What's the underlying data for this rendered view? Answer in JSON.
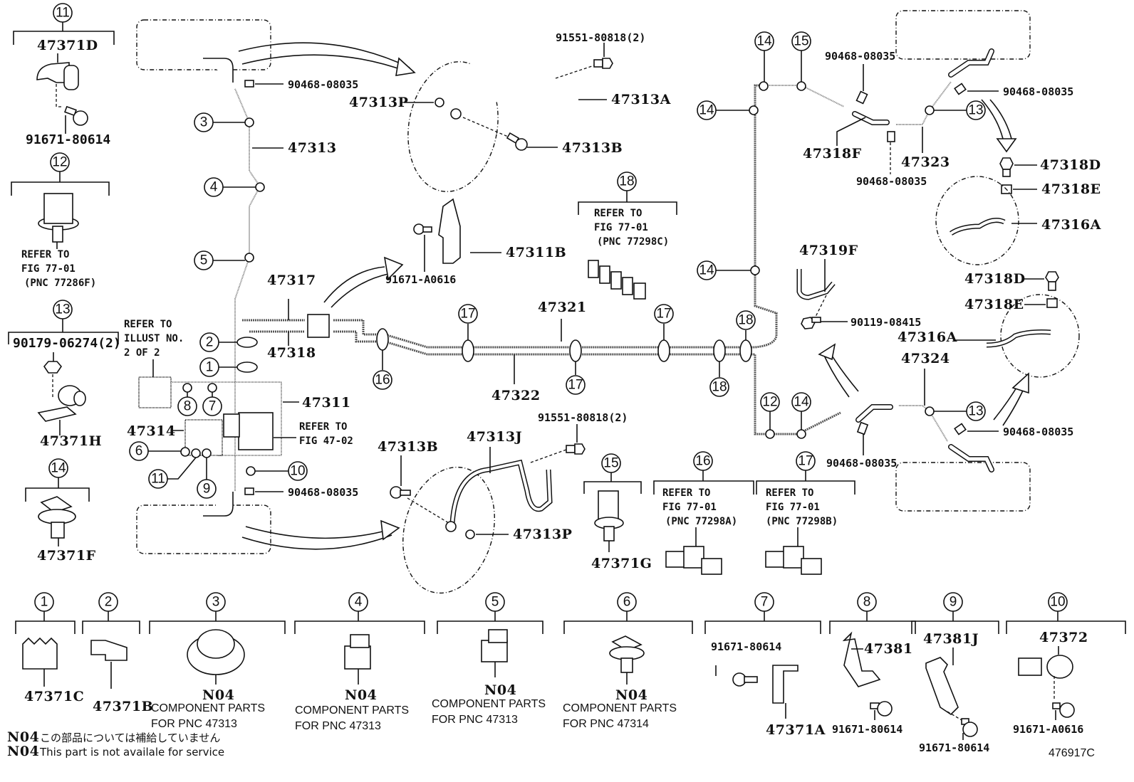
{
  "diagram": {
    "figure_id": "476917C",
    "footnotes": [
      {
        "code": "N04",
        "text": "この部品については補給していません"
      },
      {
        "code": "N04",
        "text": "This part is not availale for service"
      }
    ],
    "left_column": [
      {
        "ref": "11",
        "part": "47371D",
        "sub": "91671-80614"
      },
      {
        "ref": "12",
        "refer": [
          "REFER TO",
          "FIG 77-01",
          "(PNC 77286F)"
        ]
      },
      {
        "ref": "13",
        "part": "90179-06274(2)",
        "sub": "47371H"
      },
      {
        "ref": "14",
        "part": "47371F"
      }
    ],
    "main_labels": {
      "p47313": "47313",
      "p47313P_top": "47313P",
      "p47313A": "47313A",
      "p47313B_top": "47313B",
      "p91551_top": "91551-80818(2)",
      "p90468_top_left": "90468-08035",
      "p47311B": "47311B",
      "p91671_A0616_mid": "91671-A0616",
      "p47317": "47317",
      "p47318": "47318",
      "p47321": "47321",
      "p47322": "47322",
      "p47311": "47311",
      "p47314": "47314",
      "refer_fig4702": [
        "REFER TO",
        "FIG 47-02"
      ],
      "refer_illust": [
        "REFER TO",
        "ILLUST NO.",
        "2 OF 2"
      ],
      "p90468_bottom_left": "90468-08035",
      "p47313B_bottom": "47313B",
      "p47313J": "47313J",
      "p91551_bottom": "91551-80818(2)",
      "p47313P_bottom": "47313P",
      "refer_18": [
        "REFER TO",
        "FIG 77-01",
        "(PNC 77298C)"
      ],
      "p47318F": "47318F",
      "p47323": "47323",
      "p90468_r1": "90468-08035",
      "p90468_r2": "90468-08035",
      "p90468_r3": "90468-08035",
      "p47318D_top": "47318D",
      "p47318E_top": "47318E",
      "p47316A_top": "47316A",
      "p47319F": "47319F",
      "p90119": "90119-08415",
      "p47318D_bottom": "47318D",
      "p47318E_bottom": "47318E",
      "p47316A_bottom": "47316A",
      "p47324": "47324",
      "p90468_r4": "90468-08035",
      "p90468_r5": "90468-08035",
      "p47371G": "47371G",
      "refer_16": [
        "REFER TO",
        "FIG 77-01",
        "(PNC 77298A)"
      ],
      "refer_17": [
        "REFER TO",
        "FIG 77-01",
        "(PNC 77298B)"
      ]
    },
    "callouts": {
      "c1": "1",
      "c2": "2",
      "c3": "3",
      "c4": "4",
      "c5": "5",
      "c6": "6",
      "c7": "7",
      "c8": "8",
      "c9": "9",
      "c10": "10",
      "c11": "11",
      "c12": "12",
      "c13": "13",
      "c14": "14",
      "c15": "15",
      "c16": "16",
      "c17": "17",
      "c18": "18"
    },
    "bottom_row": [
      {
        "ref": "1",
        "part": "47371C"
      },
      {
        "ref": "2",
        "part": "47371B"
      },
      {
        "ref": "3",
        "part": "N04",
        "note": [
          "COMPONENT PARTS",
          "FOR PNC 47313"
        ]
      },
      {
        "ref": "4",
        "part": "N04",
        "note": [
          "COMPONENT PARTS",
          "FOR PNC 47313"
        ]
      },
      {
        "ref": "5",
        "part": "N04",
        "note": [
          "COMPONENT PARTS",
          "FOR PNC 47313"
        ]
      },
      {
        "ref": "6",
        "part": "N04",
        "note": [
          "COMPONENT PARTS",
          "FOR PNC 47314"
        ]
      },
      {
        "ref": "7",
        "part": "47371A",
        "sub": "91671-80614"
      },
      {
        "ref": "8",
        "part": "47381",
        "sub": "91671-80614"
      },
      {
        "ref": "9",
        "part": "47381J",
        "sub": "91671-80614"
      },
      {
        "ref": "10",
        "part": "47372",
        "sub": "91671-A0616"
      }
    ]
  }
}
